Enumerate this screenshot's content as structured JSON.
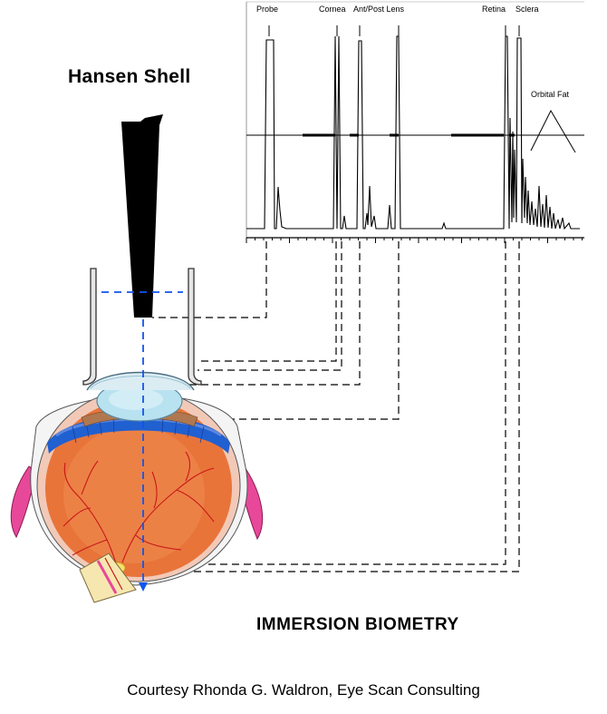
{
  "diagram": {
    "title": "Hansen Shell",
    "section_label": "IMMERSION BIOMETRY",
    "credit": "Courtesy Rhonda G. Waldron, Eye Scan Consulting",
    "peak_labels": {
      "probe": "Probe",
      "cornea": "Cornea",
      "lens": "Ant/Post Lens",
      "retina": "Retina",
      "sclera": "Sclera",
      "orbital_fat": "Orbital Fat"
    }
  },
  "colors": {
    "blue_dash": "#1155ee",
    "retina_blue": "#2060d0",
    "globe_orange": "#e8743a",
    "vessel_red": "#c81818",
    "muscle_pink": "#e8489a",
    "lens_blue": "#b8e2f0",
    "iris_brown": "#b07850"
  },
  "icons": [
    "eye-globe-illustration",
    "probe-shape",
    "a-scan-trace"
  ]
}
